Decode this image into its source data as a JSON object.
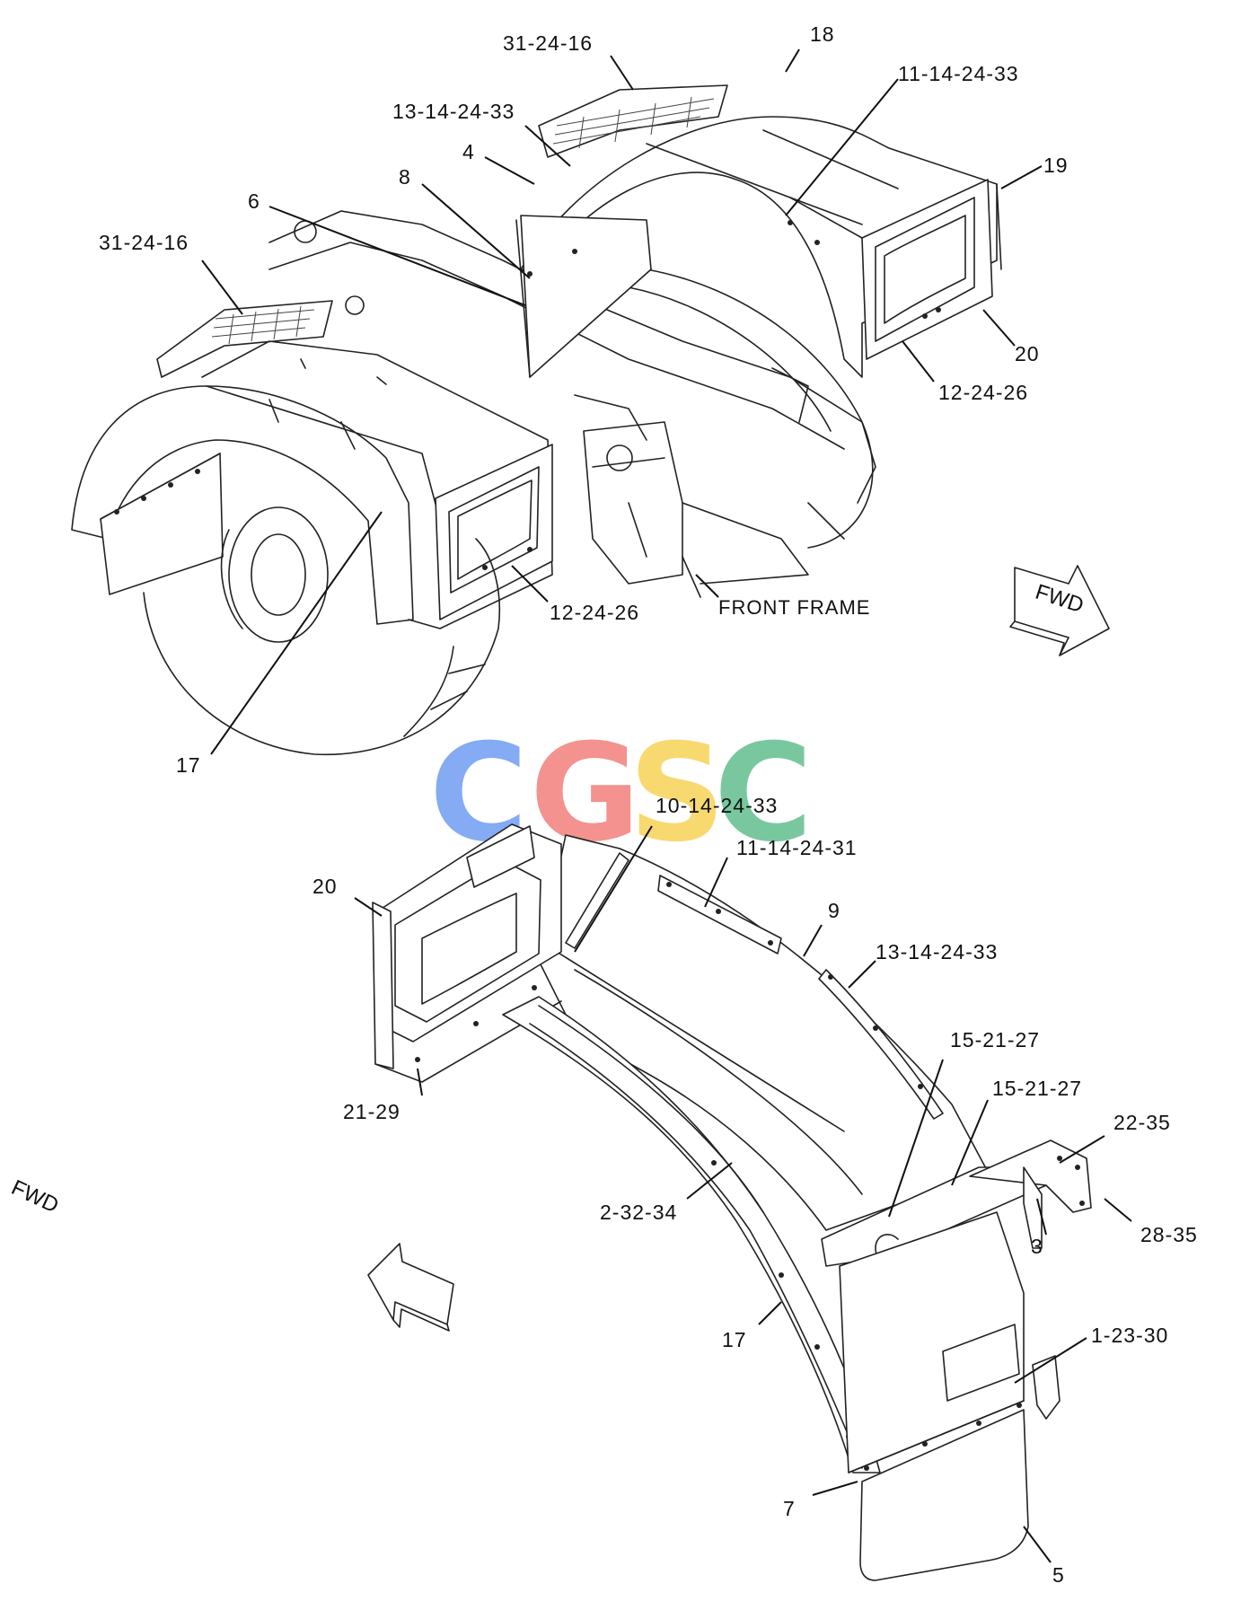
{
  "labels": {
    "top": {
      "l_31_24_16_a": "31-24-16",
      "l_18": "18",
      "l_11_14_24_33": "11-14-24-33",
      "l_13_14_24_33": "13-14-24-33",
      "l_4": "4",
      "l_8": "8",
      "l_6": "6",
      "l_19": "19",
      "l_31_24_16_b": "31-24-16",
      "l_20": "20",
      "l_12_24_26_a": "12-24-26",
      "l_12_24_26_b": "12-24-26",
      "l_17": "17",
      "front_frame": "FRONT FRAME"
    },
    "bottom": {
      "l_10_14_24_33": "10-14-24-33",
      "l_11_14_24_31": "11-14-24-31",
      "l_20": "20",
      "l_9": "9",
      "l_13_14_24_33": "13-14-24-33",
      "l_15_21_27_a": "15-21-27",
      "l_15_21_27_b": "15-21-27",
      "l_21_29": "21-29",
      "l_22_35": "22-35",
      "l_28_35": "28-35",
      "l_3": "3",
      "l_2_32_34": "2-32-34",
      "l_17": "17",
      "l_1_23_30": "1-23-30",
      "l_7": "7",
      "l_5": "5"
    }
  },
  "fwd_arrow_text": "FWD",
  "watermark": {
    "letters": [
      "C",
      "G",
      "S",
      "C"
    ],
    "colors": [
      "#5b8ff0",
      "#ef6e6a",
      "#f6cd3f",
      "#4db580"
    ]
  }
}
